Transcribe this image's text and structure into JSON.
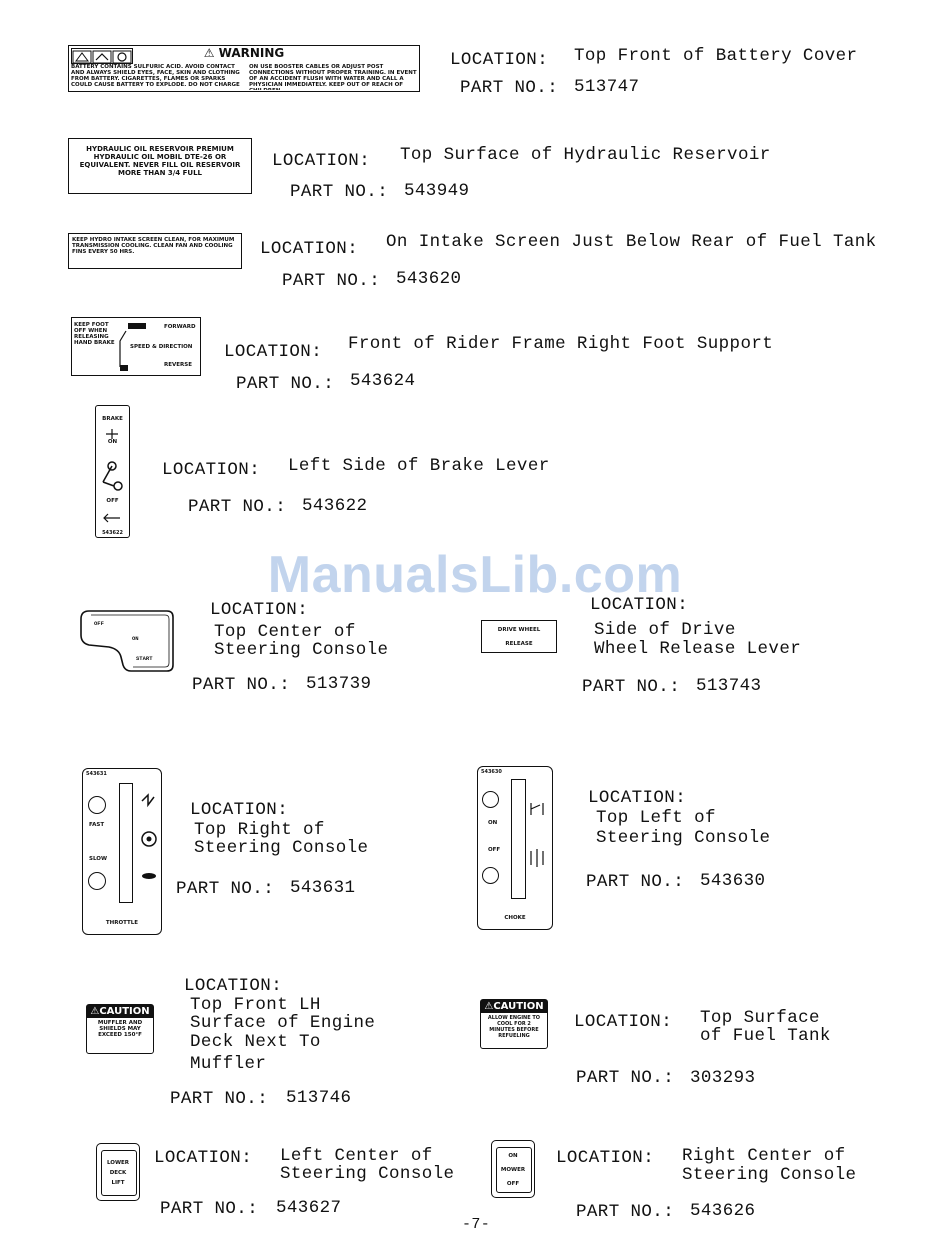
{
  "watermark": "ManualsLib.com",
  "page_number": "-7-",
  "decals": {
    "warning": {
      "title": "⚠ WARNING",
      "left_text": "BATTERY CONTAINS SULFURIC ACID. AVOID CONTACT AND ALWAYS SHIELD EYES, FACE, SKIN AND CLOTHING FROM BATTERY. CIGARETTES, FLAMES OR SPARKS COULD CAUSE BATTERY TO EXPLODE. DO NOT CHARGE",
      "right_text": "ON USE BOOSTER CABLES OR ADJUST POST CONNECTIONS WITHOUT PROPER TRAINING. IN EVENT OF AN ACCIDENT FLUSH WITH WATER AND CALL A PHYSICIAN IMMEDIATELY. KEEP OUT OF REACH OF CHILDREN."
    },
    "hydraulic": "HYDRAULIC OIL RESERVOIR PREMIUM HYDRAULIC OIL MOBIL DTE-26 OR EQUIVALENT. NEVER FILL OIL RESERVOIR MORE THAN 3/4 FULL",
    "intake": "KEEP HYDRO INTAKE SCREEN CLEAN, FOR MAXIMUM TRANSMISSION COOLING. CLEAN FAN AND COOLING FINS EVERY 50 HRS.",
    "foot": {
      "left": "KEEP FOOT OFF WHEN RELEASING HAND BRAKE",
      "forward": "FORWARD",
      "speed": "SPEED & DIRECTION",
      "reverse": "REVERSE"
    },
    "brake": {
      "title": "BRAKE",
      "on": "ON",
      "off": "OFF",
      "num": "543622"
    },
    "start": {
      "off": "OFF",
      "on": "ON",
      "start": "START"
    },
    "drive": {
      "l1": "DRIVE WHEEL",
      "l2": "RELEASE"
    },
    "throttle": {
      "fast": "FAST",
      "slow": "SLOW",
      "label": "THROTTLE",
      "num": "543631"
    },
    "choke": {
      "on": "ON",
      "off": "OFF",
      "label": "CHOKE",
      "num": "543630"
    },
    "caution1": {
      "title": "⚠CAUTION",
      "text": "MUFFLER AND SHIELDS MAY EXCEED 150°F"
    },
    "caution2": {
      "title": "⚠CAUTION",
      "text": "ALLOW ENGINE TO COOL FOR 2 MINUTES BEFORE REFUELING"
    },
    "lower": {
      "l1": "LOWER",
      "l2": "DECK",
      "l3": "LIFT"
    },
    "mower": {
      "l1": "ON",
      "l2": "MOWER",
      "l3": "OFF"
    }
  },
  "entries": [
    {
      "loc_label": "LOCATION:",
      "loc": "Top Front of Battery Cover",
      "part_label": "PART NO.:",
      "part": "513747"
    },
    {
      "loc_label": "LOCATION:",
      "loc": "Top Surface of Hydraulic Reservoir",
      "part_label": "PART NO.:",
      "part": "543949"
    },
    {
      "loc_label": "LOCATION:",
      "loc": "On Intake Screen Just Below Rear of Fuel Tank",
      "part_label": "PART NO.:",
      "part": "543620"
    },
    {
      "loc_label": "LOCATION:",
      "loc": "Front of Rider Frame Right Foot Support",
      "part_label": "PART NO.:",
      "part": "543624"
    },
    {
      "loc_label": "LOCATION:",
      "loc": "Left Side of Brake Lever",
      "part_label": "PART NO.:",
      "part": "543622"
    },
    {
      "loc_label": "LOCATION:",
      "loc1": "Top Center of",
      "loc2": "Steering Console",
      "part_label": "PART NO.:",
      "part": "513739"
    },
    {
      "loc_label": "LOCATION:",
      "loc1": "Side of Drive",
      "loc2": "Wheel Release Lever",
      "part_label": "PART NO.:",
      "part": "513743"
    },
    {
      "loc_label": "LOCATION:",
      "loc1": "Top Right of",
      "loc2": "Steering Console",
      "part_label": "PART NO.:",
      "part": "543631"
    },
    {
      "loc_label": "LOCATION:",
      "loc1": "Top Left of",
      "loc2": "Steering Console",
      "part_label": "PART NO.:",
      "part": "543630"
    },
    {
      "loc_label": "LOCATION:",
      "loc1": "Top Front LH",
      "loc2": "Surface of Engine",
      "loc3": "Deck Next To",
      "loc4": "Muffler",
      "part_label": "PART NO.:",
      "part": "513746"
    },
    {
      "loc_label": "LOCATION:",
      "loc1": "Top Surface",
      "loc2": "of Fuel Tank",
      "part_label": "PART NO.:",
      "part": "303293"
    },
    {
      "loc_label": "LOCATION:",
      "loc1": "Left Center of",
      "loc2": "Steering Console",
      "part_label": "PART NO.:",
      "part": "543627"
    },
    {
      "loc_label": "LOCATION:",
      "loc1": "Right Center of",
      "loc2": "Steering Console",
      "part_label": "PART NO.:",
      "part": "543626"
    }
  ]
}
